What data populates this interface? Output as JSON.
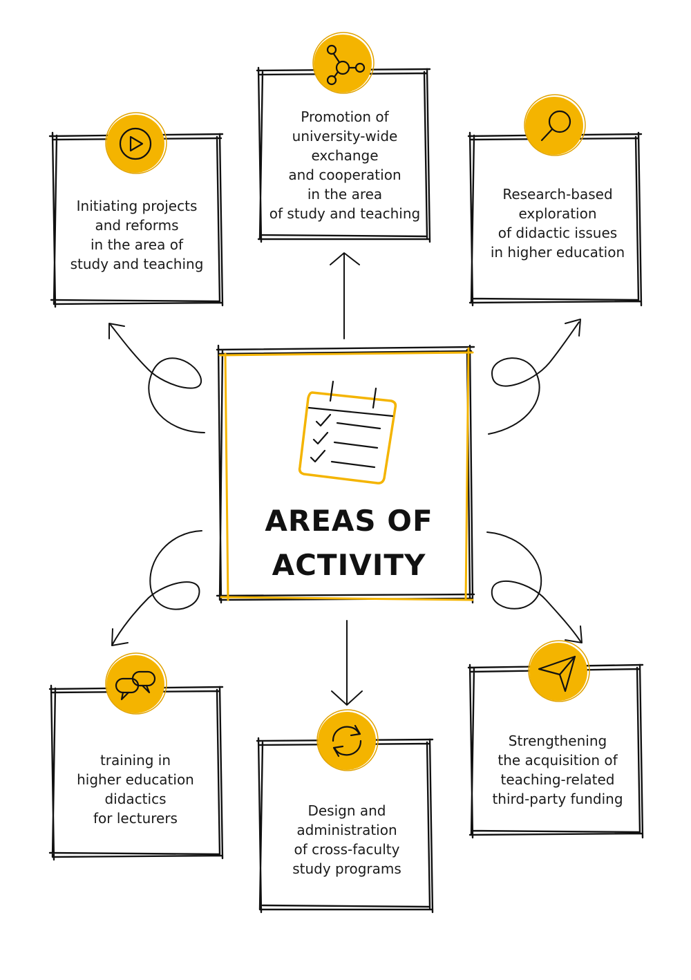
{
  "colors": {
    "accent": "#f4b400",
    "ink": "#111111",
    "background": "#ffffff"
  },
  "center": {
    "title_line1": "AREAS OF",
    "title_line2": "ACTIVITY",
    "icon": "checklist-calendar-icon"
  },
  "boxes": {
    "top_left": {
      "icon": "play-icon",
      "lines": [
        "Initiating projects",
        "and reforms",
        "in the area of",
        "study and teaching"
      ]
    },
    "top_center": {
      "icon": "network-nodes-icon",
      "lines": [
        "Promotion of",
        "university-wide",
        "exchange",
        "and cooperation",
        "in the area",
        "of study and teaching"
      ]
    },
    "top_right": {
      "icon": "magnifier-icon",
      "lines": [
        "Research-based",
        "exploration",
        "of didactic issues",
        "in higher education"
      ]
    },
    "bottom_left": {
      "icon": "chat-bubbles-icon",
      "lines": [
        "training in",
        "higher education",
        "didactics",
        "for lecturers"
      ]
    },
    "bottom_center": {
      "icon": "refresh-arrows-icon",
      "lines": [
        "Design and",
        "administration",
        "of cross-faculty",
        "study programs"
      ]
    },
    "bottom_right": {
      "icon": "paper-plane-icon",
      "lines": [
        "Strengthening",
        "the acquisition of",
        "teaching-related",
        "third-party funding"
      ]
    }
  }
}
